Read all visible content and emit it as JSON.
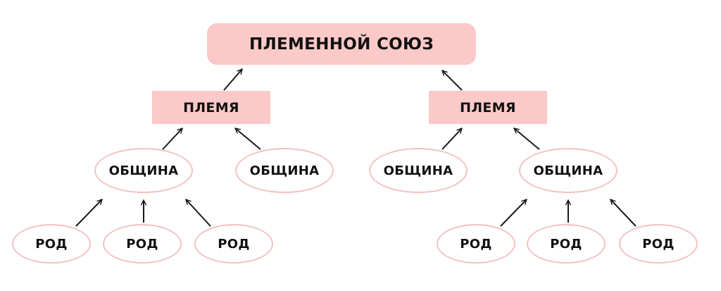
{
  "nodes": {
    "union": "ПЛЕМЕННОЙ СОЮЗ",
    "tribe_left": "ПЛЕМЯ",
    "tribe_right": "ПЛЕМЯ",
    "community_l1": "ОБЩИНА",
    "community_l2": "ОБЩИНА",
    "community_r1": "ОБЩИНА",
    "community_r2": "ОБЩИНА",
    "clan_l1": "РОД",
    "clan_l2": "РОД",
    "clan_l3": "РОД",
    "clan_r1": "РОД",
    "clan_r2": "РОД",
    "clan_r3": "РОД"
  },
  "colors": {
    "box_fill": "#fbc9c7",
    "ellipse_stroke": "#f3c1c1",
    "arrow": "#1a1a1a",
    "text": "#111111"
  }
}
